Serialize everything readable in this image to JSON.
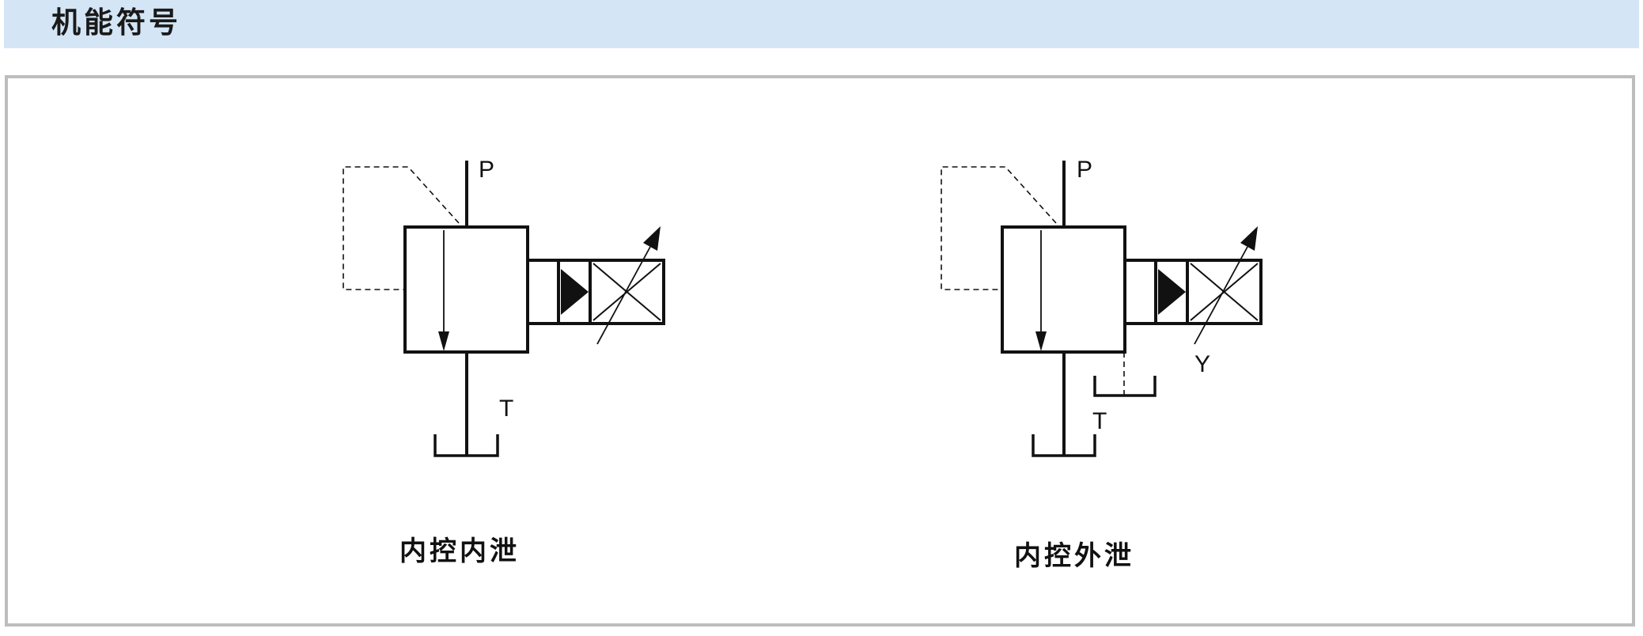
{
  "header": {
    "title": "机能符号"
  },
  "symbols": [
    {
      "caption": "内控内泄",
      "ports": {
        "pressure": "P",
        "tank": "T"
      }
    },
    {
      "caption": "内控外泄",
      "ports": {
        "pressure": "P",
        "tank": "T",
        "drain": "Y"
      }
    }
  ],
  "colors": {
    "header_background": "#d4e6f6",
    "panel_border": "#bdbdbd",
    "line": "#111111"
  }
}
